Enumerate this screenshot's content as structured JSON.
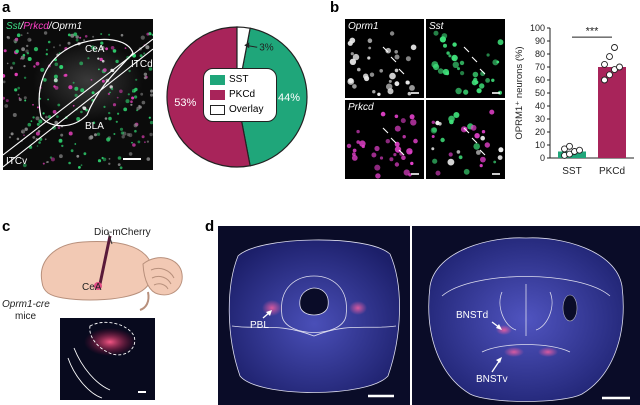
{
  "panels": {
    "a": {
      "label": "a",
      "micro_title": [
        "Sst",
        "/",
        "Prkcd",
        "/",
        "Oprm1"
      ],
      "regions": [
        "CeA",
        "ITCd",
        "BLA",
        "ITCv"
      ],
      "pie": {
        "legend": [
          "SST",
          "PKCd",
          "Overlay"
        ],
        "labels": [
          "44%",
          "53%",
          "3%"
        ]
      }
    },
    "b": {
      "label": "b",
      "tiles": [
        "Oprm1",
        "Sst",
        "Prkcd",
        ""
      ],
      "significance": "***"
    },
    "c": {
      "label": "c",
      "virus": "Dio-mCherry",
      "region": "CeA",
      "mouse_line": "Oprm1-cre",
      "mice": "mice"
    },
    "d": {
      "label": "d",
      "left_annot": "PBL",
      "right_annots": [
        "BNSTd",
        "BNSTv"
      ]
    }
  },
  "colors": {
    "sst": "#1fa67a",
    "pkcd": "#a8245a",
    "overlay": "#ffffff",
    "mouse": "#f2c9b4"
  },
  "chart_data": [
    {
      "type": "pie",
      "title": "",
      "categories": [
        "SST",
        "PKCd",
        "Overlay"
      ],
      "values": [
        44,
        53,
        3
      ],
      "labels": [
        "44%",
        "53%",
        "3%"
      ],
      "colors": [
        "#1fa67a",
        "#a8245a",
        "#ffffff"
      ],
      "legend_placement": "center"
    },
    {
      "type": "bar",
      "title": "",
      "categories": [
        "SST",
        "PKCd"
      ],
      "values": [
        5,
        70
      ],
      "points": [
        [
          2,
          3,
          5,
          6,
          7,
          9
        ],
        [
          60,
          64,
          68,
          70,
          72,
          78,
          85
        ]
      ],
      "ylabel": "OPRM1⁺ neurons (%)",
      "yticks": [
        "0",
        "10",
        "20",
        "30",
        "40",
        "50",
        "60",
        "70",
        "80",
        "90",
        "100"
      ],
      "ylim": [
        0,
        100
      ],
      "significance": "***",
      "colors": [
        "#1fa67a",
        "#a8245a"
      ]
    }
  ]
}
